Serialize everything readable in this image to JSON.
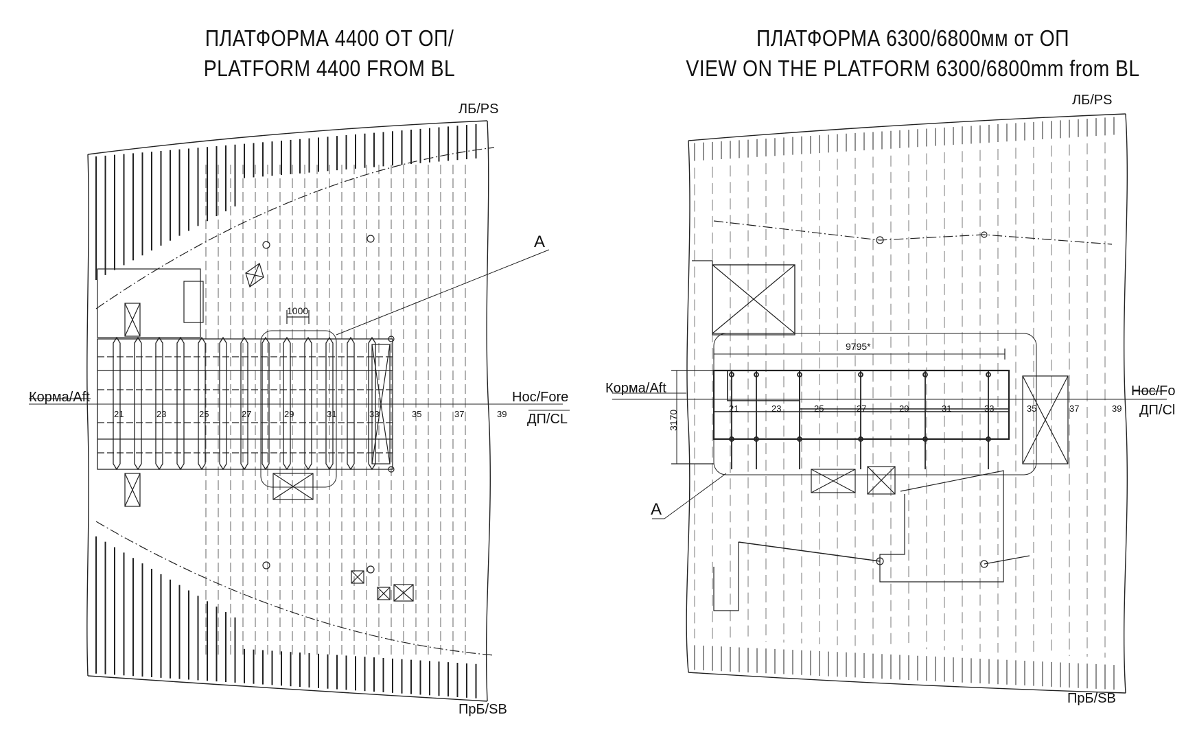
{
  "left": {
    "title1": "ПЛАТФОРМА 4400 ОТ ОП/",
    "title2": "PLATFORM 4400 FROM BL",
    "ps": "ЛБ/PS",
    "sb": "ПрБ/SB",
    "aft": "Корма/Aft",
    "fore": "Нос/Fore",
    "cl": "ДП/CL",
    "callout": "A",
    "dim": "1000",
    "frames": [
      "21",
      "23",
      "25",
      "27",
      "29",
      "31",
      "33",
      "35",
      "37",
      "39"
    ]
  },
  "right": {
    "title1": "ПЛАТФОРМА 6300/6800мм от ОП",
    "title2": "VIEW ON THE PLATFORM 6300/6800mm from BL",
    "ps": "ЛБ/PS",
    "sb": "ПрБ/SB",
    "aft": "Корма/Aft",
    "fore": "Нос/Fo",
    "cl": "ДП/Cl",
    "callout": "A",
    "dim_length": "9795*",
    "dim_width": "3170",
    "frames": [
      "21",
      "23",
      "25",
      "27",
      "29",
      "31",
      "33",
      "35",
      "37",
      "39"
    ]
  },
  "colors": {
    "line": "#222222",
    "background": "#ffffff"
  }
}
